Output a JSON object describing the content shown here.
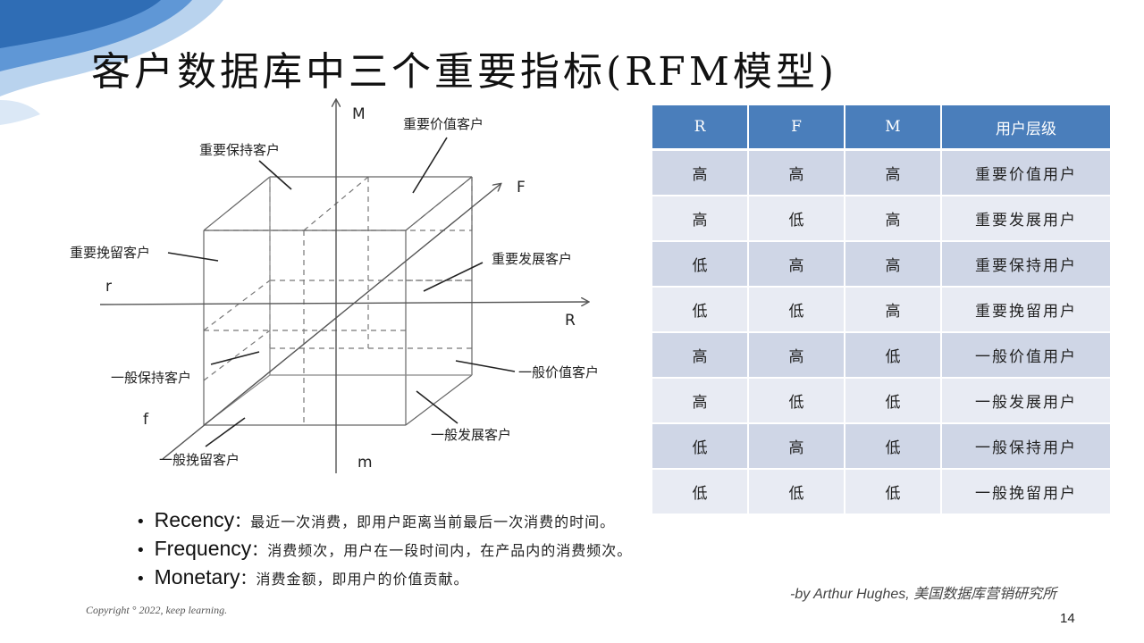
{
  "title": "客户数据库中三个重要指标(RFM模型)",
  "cube": {
    "axis_M": "M",
    "axis_m": "m",
    "axis_F": "F",
    "axis_f": "f",
    "axis_R": "R",
    "axis_r": "r",
    "labels": {
      "important_value": "重要价值客户",
      "important_keep": "重要保持客户",
      "important_retain": "重要挽留客户",
      "important_develop": "重要发展客户",
      "general_keep": "一般保持客户",
      "general_value": "一般价值客户",
      "general_develop": "一般发展客户",
      "general_retain": "一般挽留客户"
    }
  },
  "table": {
    "headers": [
      "R",
      "F",
      "M",
      "用户层级"
    ],
    "rows": [
      [
        "高",
        "高",
        "高",
        "重要价值用户"
      ],
      [
        "高",
        "低",
        "高",
        "重要发展用户"
      ],
      [
        "低",
        "高",
        "高",
        "重要保持用户"
      ],
      [
        "低",
        "低",
        "高",
        "重要挽留用户"
      ],
      [
        "高",
        "高",
        "低",
        "一般价值用户"
      ],
      [
        "高",
        "低",
        "低",
        "一般发展用户"
      ],
      [
        "低",
        "高",
        "低",
        "一般保持用户"
      ],
      [
        "低",
        "低",
        "低",
        "一般挽留用户"
      ]
    ]
  },
  "bullets": [
    {
      "term": "Recency",
      "colon": "：",
      "desc": "最近一次消费，即用户距离当前最后一次消费的时间。"
    },
    {
      "term": "Frequency",
      "colon": "：",
      "desc": "消费频次，用户在一段时间内，在产品内的消费频次。"
    },
    {
      "term": "Monetary",
      "colon": "：",
      "desc": "消费金额，即用户的价值贡献。"
    }
  ],
  "bullet_symbol": "•",
  "attribution": "-by Arthur Hughes, 美国数据库营销研究所",
  "copyright": "Copyright ° 2022, keep learning.",
  "page_number": "14",
  "colors": {
    "header_blue": "#4a7ebb",
    "row_dark": "#cfd6e6",
    "row_light": "#e8ebf3",
    "deco_blue": "#2f6db5"
  }
}
